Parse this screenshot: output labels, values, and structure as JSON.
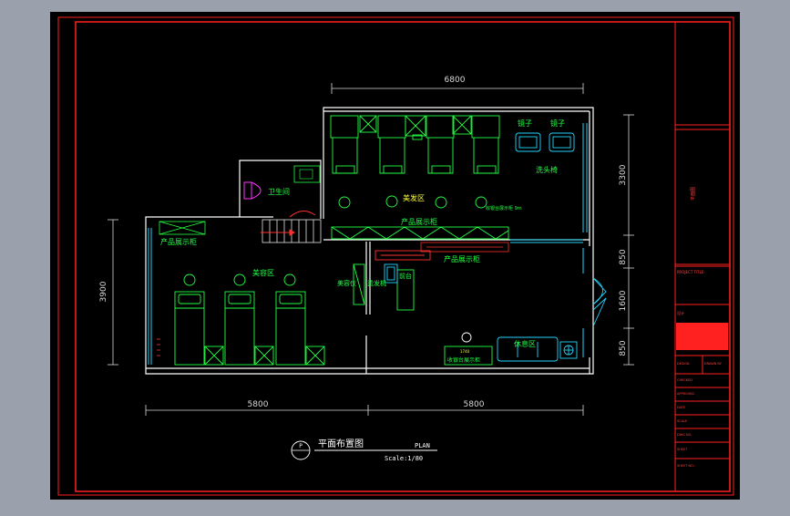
{
  "colors": {
    "background": "#000000",
    "outer_frame": "#9aa0ac",
    "border": "#ff2020",
    "walls": "#ffffff",
    "furniture": "#22ff44",
    "dimensions": "#d9d9d9",
    "glass": "#22d4ff",
    "accent": "#ff33ff",
    "door": "#ff3030",
    "text_yellow": "#ffff33"
  },
  "dimensions": {
    "top_width": "6800",
    "right_top": "3300",
    "right_850a": "850",
    "right_1600": "1600",
    "right_850b": "850",
    "left_height": "3900",
    "bottom_left": "5800",
    "bottom_right": "5800"
  },
  "rooms": {
    "mirror_a": "镜子",
    "mirror_b": "镜子",
    "wash_bed": "洗头椅",
    "beauty_top": "美发区",
    "product_cabinet_top": "产品展示柜",
    "cabinet_small": "收银台展示柜 9m",
    "product_cabinet_mid": "产品展示柜",
    "toilet": "卫生间",
    "product_cabinet_left": "产品展示柜",
    "beauty_left": "美容区",
    "instrument": "美容仪",
    "hair_dryer": "烫发机",
    "reception": "前台",
    "rest_area": "休息区",
    "cashier": "收银台展示柜",
    "cashier_small": "1740"
  },
  "title": {
    "main": "平面布置图",
    "plan": "PLAN",
    "scale": "Scale:1/80",
    "symbol": "P"
  },
  "title_block": {
    "drawing_name": "平面图",
    "project_label": "PROJECT TITLE:",
    "design_label": "设计",
    "fields": [
      "DESIGN",
      "DRAWN BY",
      "CHECKED",
      "APPROVED",
      "DATE",
      "SCALE",
      "DWG NO.",
      "SHEET"
    ],
    "sheet_no": "SHEET NO.:"
  }
}
